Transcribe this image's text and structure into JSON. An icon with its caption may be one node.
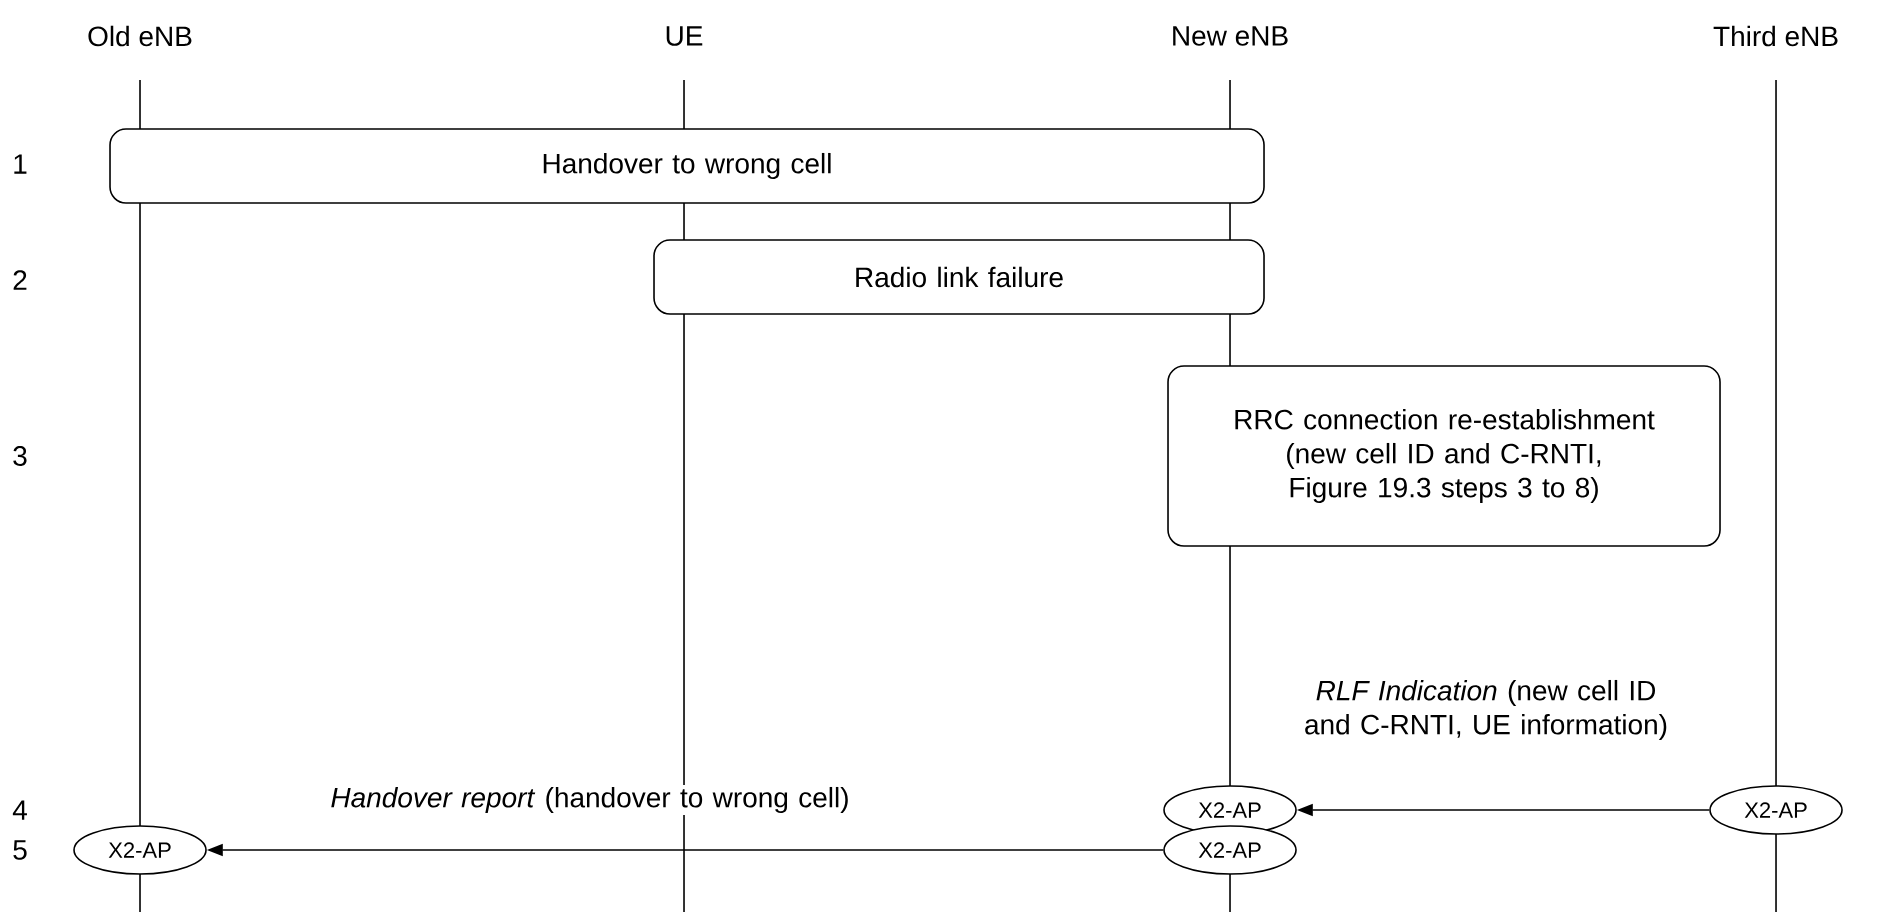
{
  "diagram": {
    "nodes": [
      {
        "text": [
          "Handover to wrong cell"
        ]
      },
      {
        "text": [
          "Radio link failure"
        ]
      },
      {
        "text": [
          "RRC connection re-establishment (new cell ID and C-RNTI, Figure 19.3 steps 3 to 8)"
        ]
      },
      {
        "text": [
          "X2-AP"
        ]
      },
      {
        "text": [
          "X2-AP"
        ]
      },
      {
        "text": [
          "X2-AP"
        ]
      },
      {
        "text": [
          "X2-AP"
        ]
      }
    ],
    "edges": [
      {
        "from": 4,
        "to": 3,
        "arrow": "to",
        "label": "*RLF Indication* (new cell ID and C-RNTI, UE information)"
      },
      {
        "from": 6,
        "to": 5,
        "arrow": "to",
        "label": "*Handover report* (handover to wrong cell)"
      }
    ],
    "labels": [
      "Old eNB",
      "UE",
      "New eNB",
      "Third eNB",
      "1",
      "2",
      "3",
      "4",
      "5"
    ]
  }
}
